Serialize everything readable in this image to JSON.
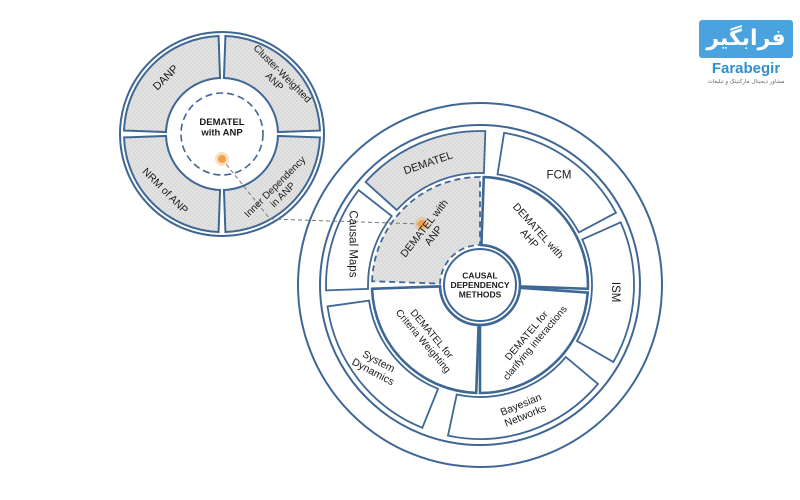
{
  "logo": {
    "mark": "فرابگیر",
    "name": "Farabegir",
    "tagline": "مشاور دیجیتال مارکتینگ و تبلیغات",
    "color": "#4aa3df"
  },
  "small_circle": {
    "center_label": [
      "DEMATEL",
      "with ANP"
    ],
    "segments": [
      {
        "label": [
          "DANP"
        ]
      },
      {
        "label": [
          "Cluster-Weighted",
          "ANP"
        ]
      },
      {
        "label": [
          "Inner Dependency",
          "in ANP"
        ]
      },
      {
        "label": [
          "NRM of ANP"
        ]
      }
    ]
  },
  "big_circle": {
    "center_label": [
      "CAUSAL",
      "DEPENDENCY",
      "METHODS"
    ],
    "outer_segments": [
      {
        "label": [
          "FCM"
        ]
      },
      {
        "label": [
          "ISM"
        ]
      },
      {
        "label": [
          "Bayesian",
          "Networks"
        ]
      },
      {
        "label": [
          "System",
          "Dynamics"
        ]
      },
      {
        "label": [
          "Causal Maps"
        ]
      },
      {
        "label": [
          "DEMATEL"
        ]
      }
    ],
    "inner_segments": [
      {
        "label": [
          "DEMATEL with",
          "AHP"
        ]
      },
      {
        "label": [
          "DEMATEL for",
          "clarifying interactions"
        ]
      },
      {
        "label": [
          "DEMATEL for",
          "Criteria Weighting"
        ]
      },
      {
        "label": [
          "DEMATEL with",
          "ANP"
        ]
      }
    ]
  },
  "colors": {
    "stroke": "#3f6796",
    "accent": "#f0a14a",
    "shade": "#e4e4e4"
  }
}
